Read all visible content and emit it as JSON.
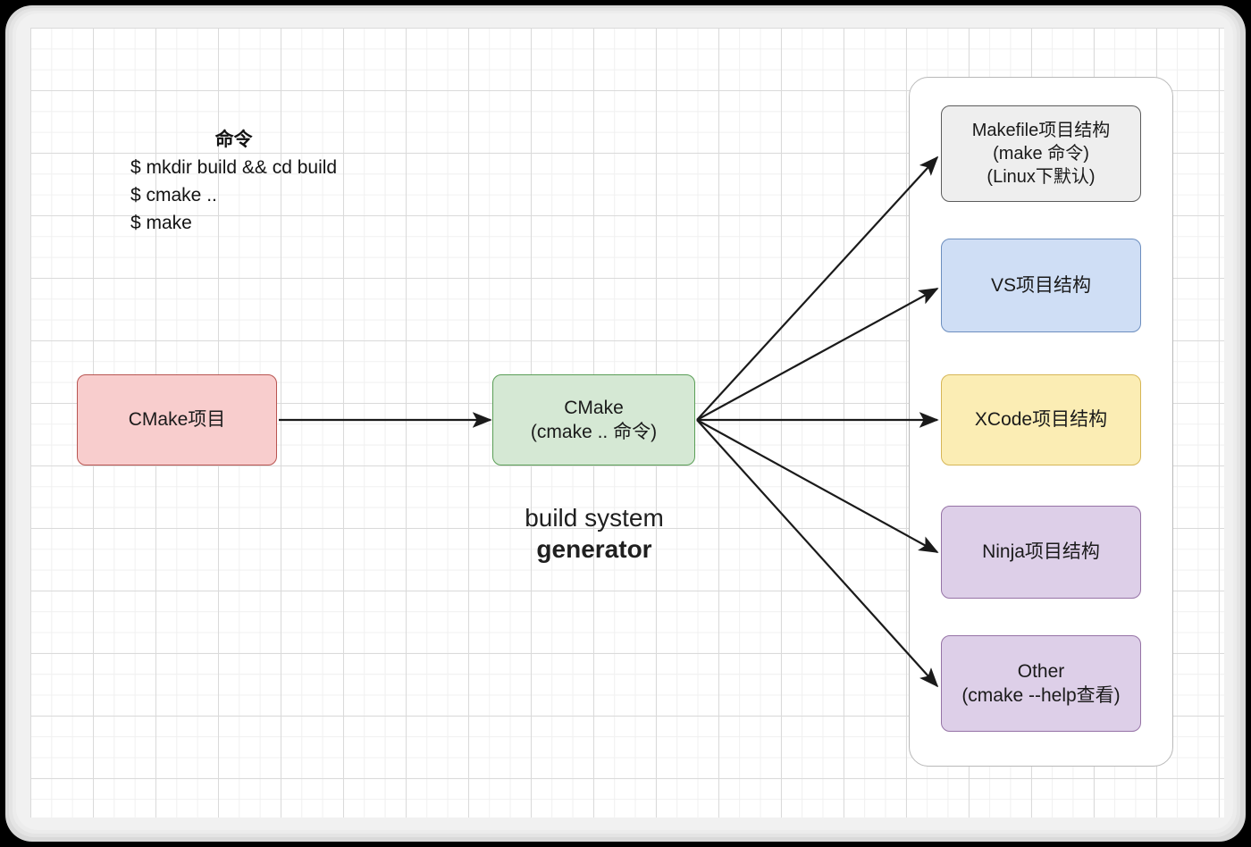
{
  "diagram": {
    "command_block": {
      "title": "命令",
      "lines": [
        "$ mkdir build && cd build",
        "$ cmake ..",
        "$ make"
      ]
    },
    "caption": {
      "line1": "build system",
      "line2": "generator"
    },
    "nodes": {
      "cmake_project": {
        "label": "CMake项目",
        "fill": "#f8cdcd",
        "stroke": "#b85450"
      },
      "cmake_generator": {
        "label": "CMake\n(cmake .. 命令)",
        "fill": "#d5e8d4",
        "stroke": "#5a9e56"
      },
      "makefile": {
        "label": "Makefile项目结构\n(make 命令)\n(Linux下默认)",
        "fill": "#eeeeee",
        "stroke": "#5c5c5c"
      },
      "vs": {
        "label": "VS项目结构",
        "fill": "#cfdef5",
        "stroke": "#6c8ebf"
      },
      "xcode": {
        "label": "XCode项目结构",
        "fill": "#fbedb4",
        "stroke": "#d6b656"
      },
      "ninja": {
        "label": "Ninja项目结构",
        "fill": "#ddcfe8",
        "stroke": "#9673a6"
      },
      "other": {
        "label": "Other\n(cmake --help查看)",
        "fill": "#ddcfe8",
        "stroke": "#9673a6"
      }
    },
    "edges": [
      {
        "name": "cmake-project-to-generator",
        "from": "cmake_project",
        "to": "cmake_generator"
      },
      {
        "name": "generator-to-makefile",
        "from": "cmake_generator",
        "to": "makefile"
      },
      {
        "name": "generator-to-vs",
        "from": "cmake_generator",
        "to": "vs"
      },
      {
        "name": "generator-to-xcode",
        "from": "cmake_generator",
        "to": "xcode"
      },
      {
        "name": "generator-to-ninja",
        "from": "cmake_generator",
        "to": "ninja"
      },
      {
        "name": "generator-to-other",
        "from": "cmake_generator",
        "to": "other"
      }
    ],
    "colors": {
      "canvas_background": "#ffffff",
      "grid_minor": "#f0f0f0",
      "grid_major": "#dadada",
      "edge": "#1a1a1a",
      "group_border": "#b9b9b9"
    }
  }
}
